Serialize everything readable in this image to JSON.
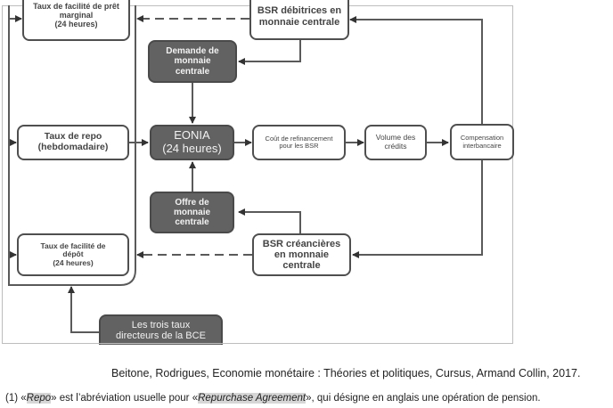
{
  "diagram": {
    "nodes": {
      "marginal": "Taux de facilité de prêt\nmarginal\n(24 heures)",
      "bsr_debitrices": "BSR débitrices en\nmonnaie centrale",
      "demande": "Demande de\nmonnaie\ncentrale",
      "repo": "Taux de repo\n(hebdomadaire)",
      "eonia": "EONIA\n(24 heures)",
      "cout": "Coût de refinancement\npour les BSR",
      "volume": "Volume des\ncrédits",
      "compensation": "Compensation\ninterbancaire",
      "offre": "Offre de\nmonnaie\ncentrale",
      "depot": "Taux de facilité de\ndépôt\n(24 heures)",
      "bsr_creancieres": "BSR créancières\nen monnaie\ncentrale",
      "bce": "Les trois taux\ndirecteurs de la BCE"
    },
    "colors": {
      "dark_node": "#626262",
      "line": "#4f4f4f",
      "frame": "#bdbdbd"
    }
  },
  "source": {
    "before_cursor": "Beitone, Rodrigues, Economie monétaire",
    "after_cursor": " : Théories et politiques, Cursus, Armand Collin, 2017."
  },
  "footnote": {
    "prefix": "(1) «",
    "term": "Repo",
    "middle": "» est l’abréviation usuelle pour «",
    "term2": "Repurchase Agreement",
    "suffix": "», qui désigne en anglais une opération de pension."
  }
}
